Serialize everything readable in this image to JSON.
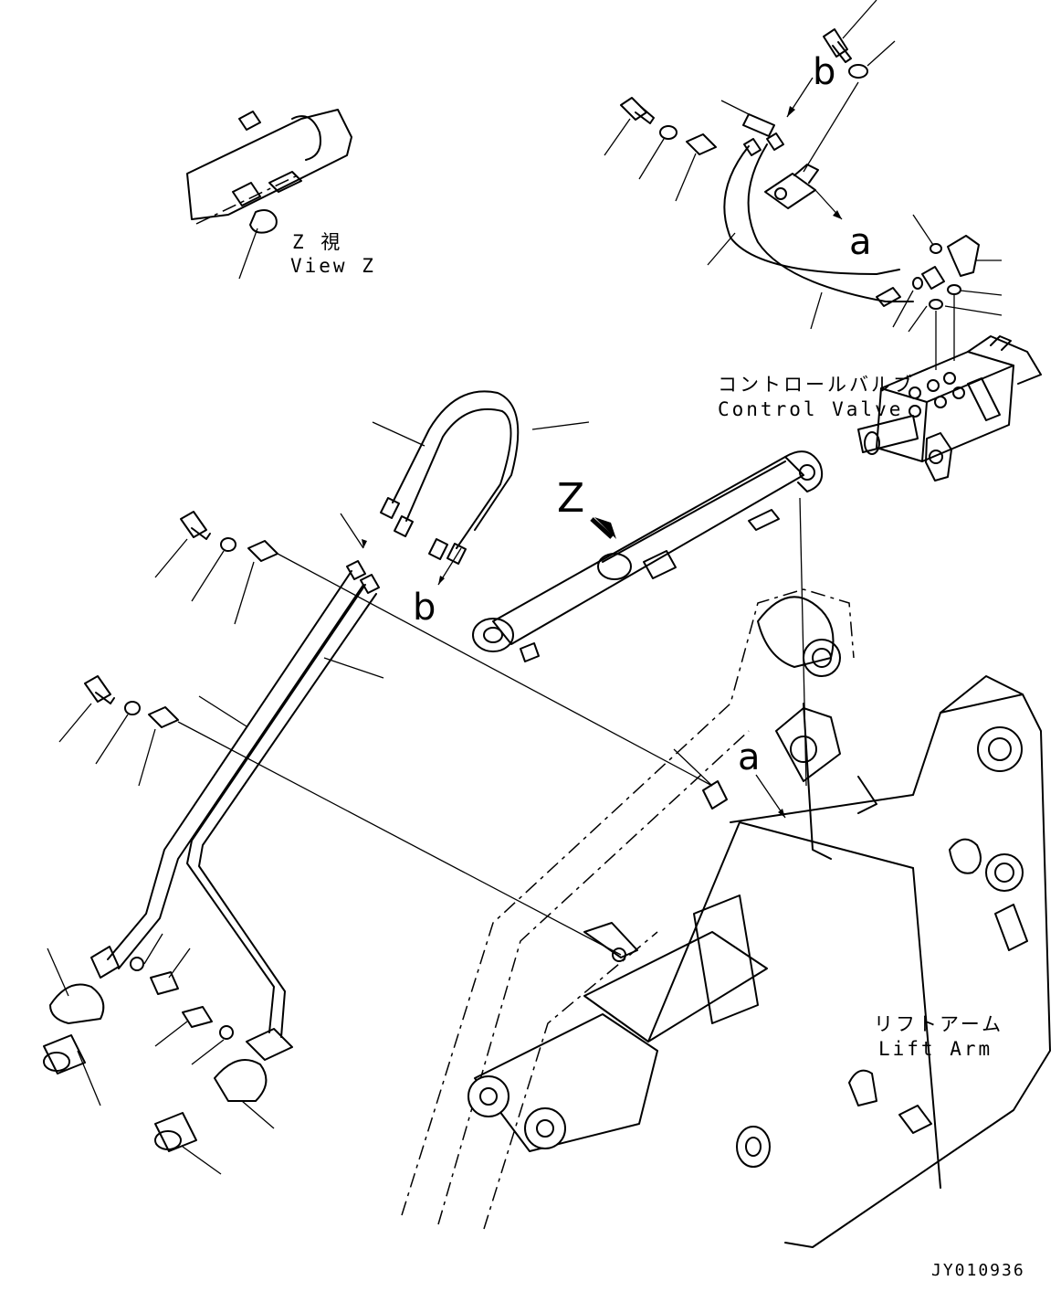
{
  "labels": {
    "view_z_jp": "Z 視",
    "view_z_en": "View Z",
    "control_valve_jp": "コントロールバルブ",
    "control_valve_en": "Control Valve",
    "lift_arm_jp": "リフトアーム",
    "lift_arm_en": "Lift Arm",
    "arrow_z": "Z",
    "ref_a": "a",
    "ref_b": "b",
    "drawing_code": "JY010936"
  }
}
